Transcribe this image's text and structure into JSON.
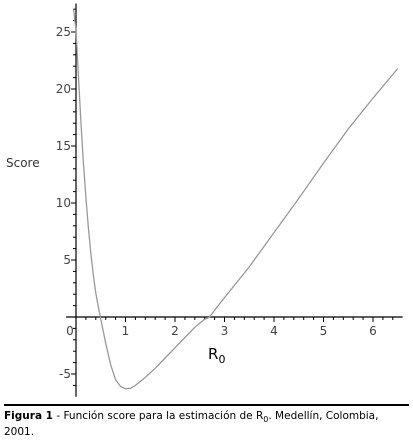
{
  "chart_data": {
    "type": "line",
    "ylabel": "Score",
    "xlim": [
      -0.2,
      6.6
    ],
    "ylim": [
      -7.0,
      27.5
    ],
    "x_ticks": [
      0,
      1,
      2,
      3,
      4,
      5,
      6
    ],
    "x_tick_labels": [
      "0",
      "1",
      "2",
      "3",
      "4",
      "5",
      "6"
    ],
    "y_ticks": [
      -5,
      0,
      5,
      10,
      15,
      20,
      25
    ],
    "y_tick_labels": [
      "-5",
      "0",
      "5",
      "10",
      "15",
      "20",
      "25"
    ],
    "annotation": {
      "main": "R",
      "sub": "0"
    },
    "series": [
      {
        "color": "#999999",
        "points": [
          [
            -0.05,
            27.0
          ],
          [
            0.0,
            25.2
          ],
          [
            0.05,
            21.0
          ],
          [
            0.1,
            17.0
          ],
          [
            0.15,
            13.5
          ],
          [
            0.2,
            10.5
          ],
          [
            0.25,
            7.8
          ],
          [
            0.3,
            5.6
          ],
          [
            0.35,
            3.7
          ],
          [
            0.4,
            2.1
          ],
          [
            0.45,
            0.9
          ],
          [
            0.5,
            -0.2
          ],
          [
            0.6,
            -2.3
          ],
          [
            0.7,
            -4.2
          ],
          [
            0.8,
            -5.5
          ],
          [
            0.9,
            -6.1
          ],
          [
            1.0,
            -6.3
          ],
          [
            1.1,
            -6.25
          ],
          [
            1.2,
            -6.0
          ],
          [
            1.4,
            -5.3
          ],
          [
            1.6,
            -4.5
          ],
          [
            1.8,
            -3.6
          ],
          [
            2.0,
            -2.7
          ],
          [
            2.2,
            -1.8
          ],
          [
            2.4,
            -0.9
          ],
          [
            2.6,
            -0.2
          ],
          [
            2.7,
            0.0
          ],
          [
            2.8,
            0.6
          ],
          [
            3.0,
            1.7
          ],
          [
            3.5,
            4.4
          ],
          [
            4.0,
            7.4
          ],
          [
            4.5,
            10.4
          ],
          [
            5.0,
            13.5
          ],
          [
            5.5,
            16.5
          ],
          [
            6.0,
            19.2
          ],
          [
            6.5,
            21.8
          ]
        ]
      }
    ]
  },
  "caption": {
    "label": "Figura 1",
    "text_before_sub": " - Función score para la estimación de R",
    "sub": "0",
    "text_after_sub": ". Medellín, Colombia, 2001."
  }
}
